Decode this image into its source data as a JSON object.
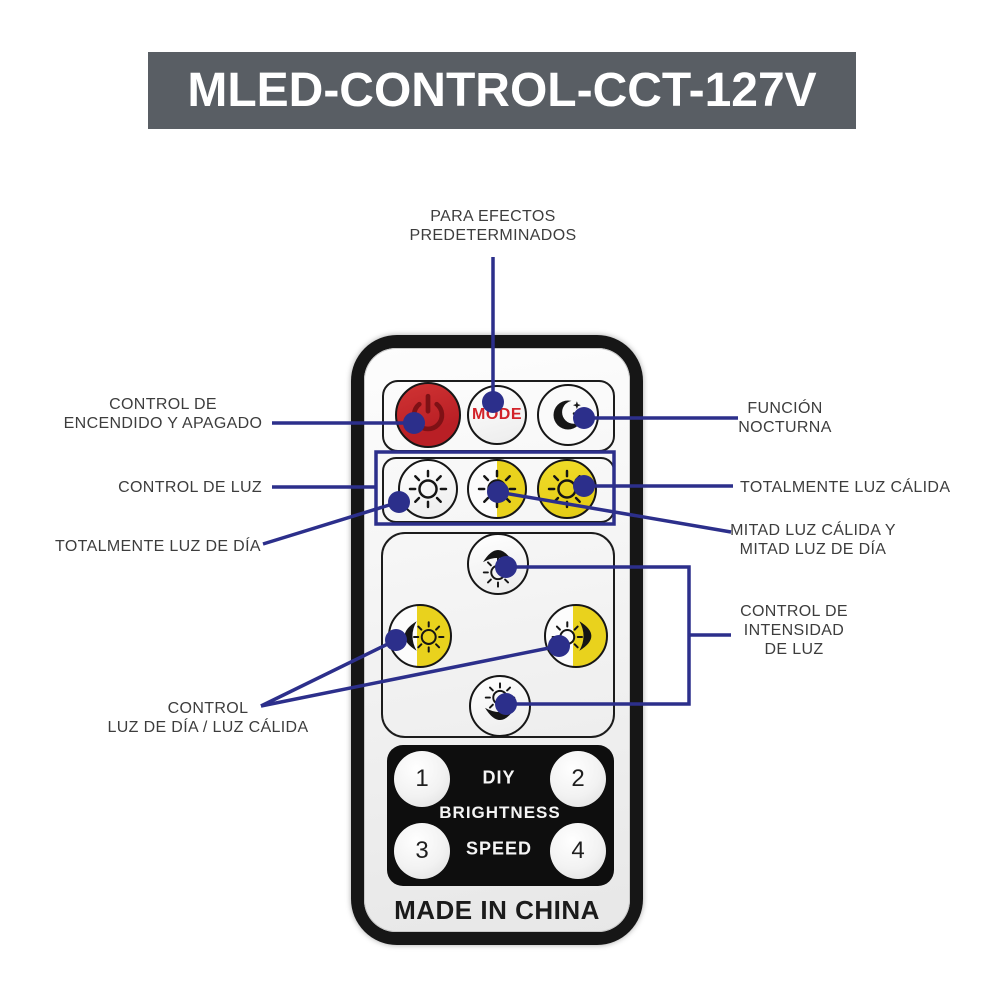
{
  "title": "MLED-CONTROL-CCT-127V",
  "colors": {
    "banner_bg": "#595e64",
    "banner_text": "#ffffff",
    "annotation_line": "#2c2f8b",
    "annotation_text": "#3d3d3d",
    "power_button_red": "#c1272d",
    "power_icon_dark_red": "#7e1115",
    "mode_text_red": "#d2232a",
    "warm_yellow": "#e9d21d",
    "remote_body_black": "#161616",
    "remote_face_white": "#f7f7f7",
    "bottom_panel_black": "#0e0e0e"
  },
  "annotations": {
    "mode": {
      "line1": "PARA EFECTOS",
      "line2": "PREDETERMINADOS"
    },
    "power": {
      "line1": "CONTROL DE",
      "line2": "ENCENDIDO Y APAGADO"
    },
    "night": {
      "line1": "FUNCIÓN",
      "line2": "NOCTURNA"
    },
    "light_row": {
      "line1": "CONTROL DE LUZ"
    },
    "warm_full": {
      "line1": "TOTALMENTE LUZ CÁLIDA"
    },
    "day_full": {
      "line1": "TOTALMENTE LUZ DE DÍA"
    },
    "half_half": {
      "line1": "MITAD LUZ CÁLIDA Y",
      "line2": "MITAD LUZ DE DÍA"
    },
    "intensity": {
      "line1": "CONTROL DE",
      "line2": "INTENSIDAD",
      "line3": "DE LUZ"
    },
    "day_warm": {
      "line1": "CONTROL",
      "line2": "LUZ DE DÍA / LUZ CÁLIDA"
    }
  },
  "remote": {
    "mode_button": "MODE",
    "btn_1": "1",
    "btn_2": "2",
    "btn_3": "3",
    "btn_4": "4",
    "diy": "DIY",
    "brightness": "BRIGHTNESS",
    "speed": "SPEED",
    "made_in": "MADE IN CHINA"
  },
  "icons": [
    "power-icon",
    "moon-stars-icon",
    "sun-icon",
    "arrow-up-sun-icon",
    "arrow-left-sun-icon",
    "arrow-right-sun-icon",
    "arrow-down-sun-icon"
  ]
}
